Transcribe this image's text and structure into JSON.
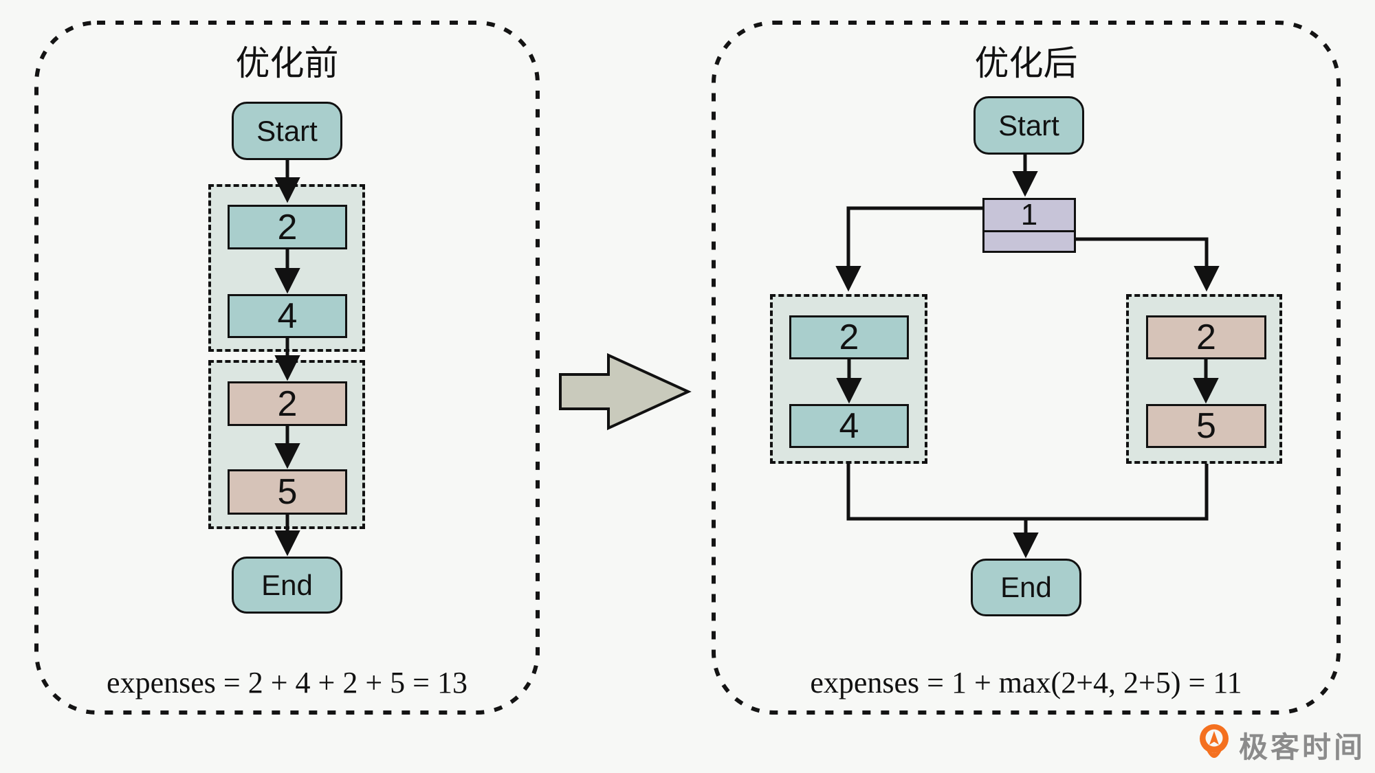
{
  "page": {
    "background": "#f7f8f6"
  },
  "colors": {
    "teal_box": "#a9cecc",
    "tan_box": "#d6c3b8",
    "lavender_box": "#c7c4d8",
    "group_background": "#dce6e1",
    "block_arrow_fill": "#c9cabc",
    "line": "#111111",
    "logo_orange": "#f4701f",
    "logo_text_gray": "#8b8b8b"
  },
  "before": {
    "title": "优化前",
    "start": "Start",
    "end": "End",
    "seq_group1": [
      "2",
      "4"
    ],
    "seq_group2": [
      "2",
      "5"
    ],
    "expenses": "expenses = 2 + 4 + 2 + 5 = 13"
  },
  "after": {
    "title": "优化后",
    "start": "Start",
    "end": "End",
    "root": "1",
    "branch_left": [
      "2",
      "4"
    ],
    "branch_right": [
      "2",
      "5"
    ],
    "expenses": "expenses = 1 + max(2+4, 2+5) = 11"
  },
  "brand": {
    "name": "极客时间"
  }
}
